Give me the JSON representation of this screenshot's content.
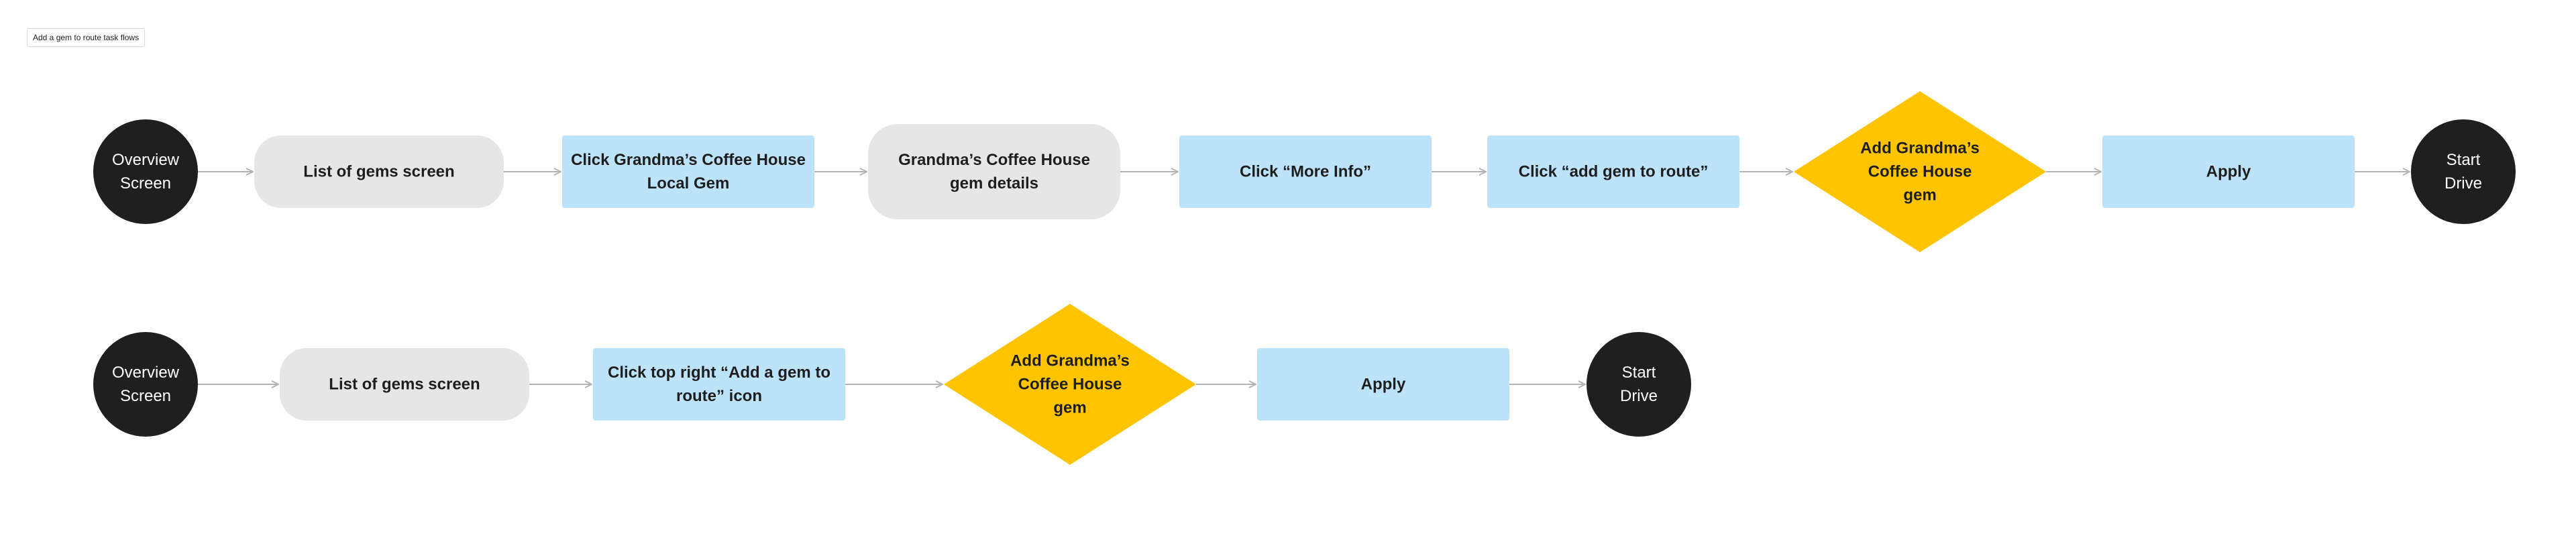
{
  "frame_label": "Add a gem to route task flows",
  "colors": {
    "circle": "#1f1f1f",
    "circle_text": "#ffffff",
    "pill": "#e6e6e6",
    "action": "#bde3fb",
    "decision": "#ffc400",
    "text": "#1e1e1e",
    "arrow": "#b3b3b3"
  },
  "flows": [
    {
      "id": "flow-1",
      "nodes": [
        {
          "id": "f1-start",
          "shape": "circle",
          "lines": [
            "Overview",
            "Screen"
          ]
        },
        {
          "id": "f1-gems-list",
          "shape": "pill",
          "lines": [
            "List of gems screen"
          ]
        },
        {
          "id": "f1-click-local-gem",
          "shape": "action",
          "lines": [
            "Click Grandma’s Coffee House",
            "Local Gem"
          ]
        },
        {
          "id": "f1-gem-details",
          "shape": "pill",
          "lines": [
            "Grandma’s Coffee House",
            "gem details"
          ]
        },
        {
          "id": "f1-more-info",
          "shape": "action",
          "lines": [
            "Click “More Info”"
          ]
        },
        {
          "id": "f1-add-to-route",
          "shape": "action",
          "lines": [
            "Click “add gem to route”"
          ]
        },
        {
          "id": "f1-decision-add",
          "shape": "decision",
          "lines": [
            "Add Grandma’s",
            "Coffee House",
            "gem"
          ]
        },
        {
          "id": "f1-apply",
          "shape": "action",
          "lines": [
            "Apply"
          ]
        },
        {
          "id": "f1-end",
          "shape": "circle",
          "lines": [
            "Start",
            "Drive"
          ]
        }
      ]
    },
    {
      "id": "flow-2",
      "nodes": [
        {
          "id": "f2-start",
          "shape": "circle",
          "lines": [
            "Overview",
            "Screen"
          ]
        },
        {
          "id": "f2-gems-list",
          "shape": "pill",
          "lines": [
            "List of gems screen"
          ]
        },
        {
          "id": "f2-top-right-icon",
          "shape": "action",
          "lines": [
            "Click top right “Add a gem to",
            "route” icon"
          ]
        },
        {
          "id": "f2-decision-add",
          "shape": "decision",
          "lines": [
            "Add Grandma’s",
            "Coffee House",
            "gem"
          ]
        },
        {
          "id": "f2-apply",
          "shape": "action",
          "lines": [
            "Apply"
          ]
        },
        {
          "id": "f2-end",
          "shape": "circle",
          "lines": [
            "Start",
            "Drive"
          ]
        }
      ]
    }
  ]
}
